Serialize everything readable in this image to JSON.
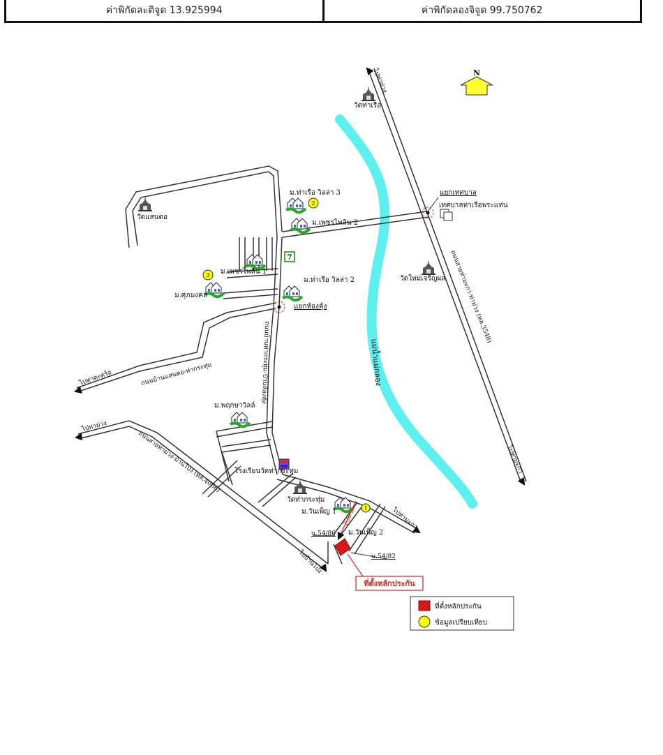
{
  "coordinates": {
    "latitude_label": "ค่าพิกัดละติจูด 13.925994",
    "longitude_label": "ค่าพิกัดลองจิจูด 99.750762"
  },
  "map": {
    "north_label": "N",
    "river_label": "แม่น้ำแม่กลอง",
    "temples": {
      "wat_tha_ruea": "วัดท่าเรือ",
      "wat_saen_tho": "วัดแสนตอ",
      "wat_mai_charoen": "วัดใหม่เจริญผล",
      "wat_tha_krathum": "วัดท่ากระทุ่ม"
    },
    "villages": {
      "tha_ruea_villa_3": "ม.ท่าเรือ วิลล่า 3",
      "phet_phailin_2": "ม.เพชรไพลิน 2",
      "phet_phailin_1": "ม.เพชรไพลิน 1",
      "tha_ruea_villa_2": "ม.ท่าเรือ วิลล่า 2",
      "sukmongkhon": "ม.ศุภมงคล",
      "phrueksa_villa": "ม.พฤกษาวิลล์",
      "wanphen_1": "ม.วันเพ็ญ 1",
      "wanphen_2": "ม.วันเพ็ญ 2"
    },
    "junctions": {
      "thesaban": "แยกเทศบาล",
      "hong_khung": "แยกห้องคุ้ง"
    },
    "places": {
      "municipality": "เทศบาลท่าเรือพระแท่น",
      "school": "โรงเรียนวัดท่ากระทุ่ม"
    },
    "roads": {
      "highway_3548": "ถนนสายท่ามะกา-ท่าม่วง (ทล.3548)",
      "saen_tho_tha_krathum": "ถนนบ้านแสนตอ-ท่ากระทุ่ม",
      "tha_krathum_hong_khung": "ถนนบ้านท่ากระทุ่ม-บ้านห้องคุ้ง",
      "highway_4066": "ถนนสายท่าม่วง-บ้านโป่ง (ทล.4066)"
    },
    "directions": {
      "to_tha_muang_top": "ไปท่าม่วง",
      "to_tha_maka_right": "ไปท่ามะกา",
      "to_tha_rua_west": "ไปท่าตะคร้อ",
      "to_tha_muang_left": "ไปท่าม่วง",
      "to_tha_maka_mid": "ไปท่ามะกา",
      "to_ban_pong": "ไปบ้านโป่ง"
    },
    "plots": {
      "plot_86": "น.54/86",
      "plot_82": "น.54/82"
    },
    "distance_label": "230 ม.",
    "collateral_callout": "ที่ตั้งหลักประกัน",
    "markers": [
      "1",
      "2",
      "3"
    ],
    "store_icon_text": "7"
  },
  "legend": {
    "collateral": "ที่ตั้งหลักประกัน",
    "comparison": "ข้อมูลเปรียบเทียบ"
  },
  "colors": {
    "river": "#5ef0ef",
    "road_outline": "#333333",
    "collateral_red": "#e02020",
    "marker_yellow": "#ffff00",
    "north_arrow": "#ffff33",
    "house_green": "#22aa22"
  }
}
